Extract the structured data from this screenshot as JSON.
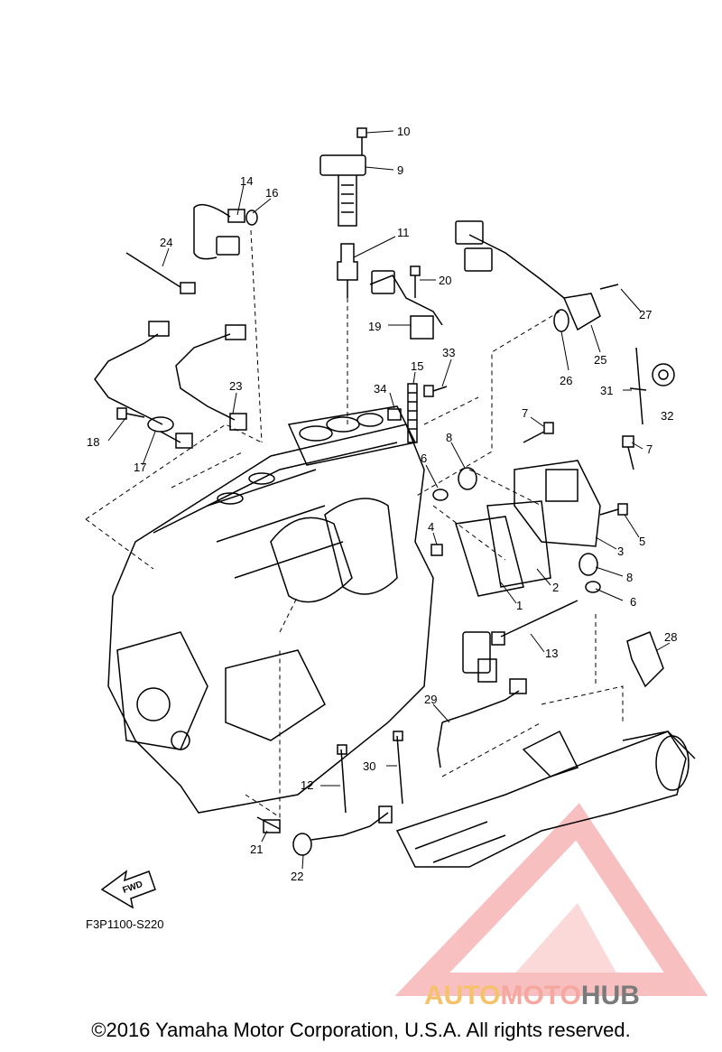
{
  "diagram": {
    "code": "F3P1100-S220",
    "fwd_label": "FWD",
    "callouts": [
      "10",
      "9",
      "14",
      "16",
      "11",
      "20",
      "24",
      "19",
      "33",
      "27",
      "25",
      "26",
      "31",
      "32",
      "15",
      "34",
      "23",
      "18",
      "17",
      "7",
      "7",
      "8",
      "6",
      "5",
      "4",
      "3",
      "8",
      "2",
      "1",
      "6",
      "13",
      "28",
      "29",
      "12",
      "30",
      "21",
      "22"
    ]
  },
  "watermark": {
    "part1": "AUTO",
    "part2": "MOTO",
    "part3": "HUB",
    "colors": {
      "triangle": "#f28c8c",
      "auto": "#f5c26b",
      "moto": "#f6a8a0",
      "hub": "#7a7a7a"
    }
  },
  "footer": {
    "copyright": "©2016 Yamaha Motor Corporation, U.S.A. All rights reserved."
  }
}
